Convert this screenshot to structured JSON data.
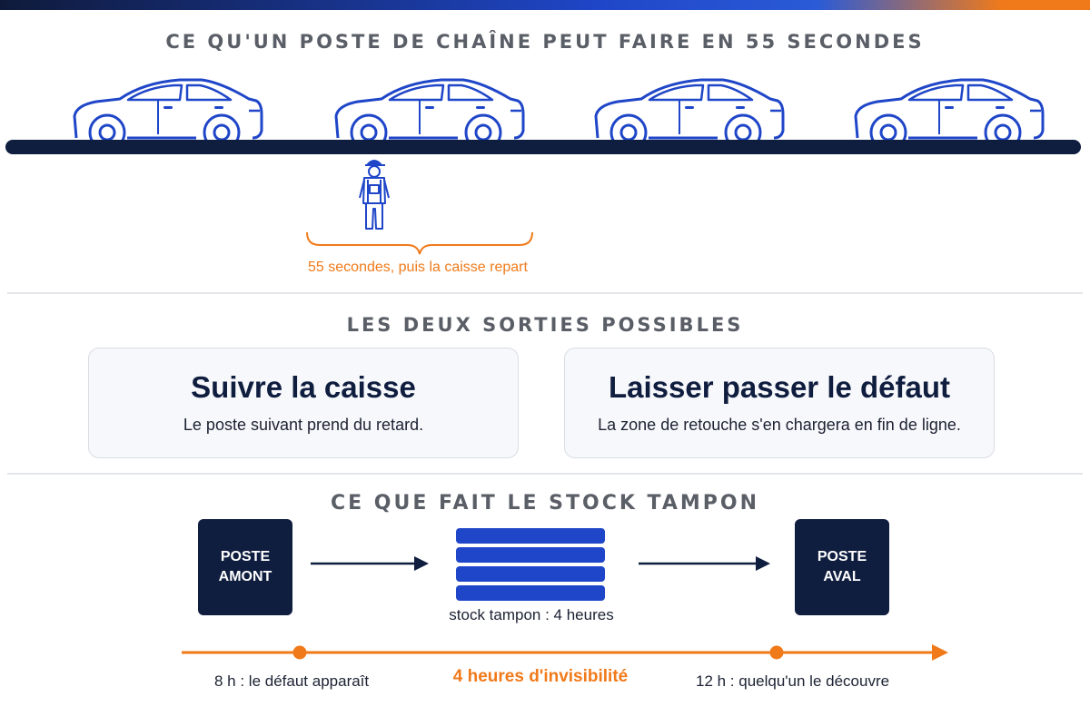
{
  "sections": {
    "top_title": "CE QU'UN POSTE DE CHAÎNE PEUT FAIRE EN 55 SECONDES",
    "middle_title": "LES DEUX SORTIES POSSIBLES",
    "bottom_title": "CE QUE FAIT LE STOCK TAMPON"
  },
  "assembly_line": {
    "car_count": 4,
    "brace_caption": "55 secondes, puis la caisse repart"
  },
  "options": [
    {
      "title": "Suivre la caisse",
      "subtitle": "Le poste suivant prend du retard."
    },
    {
      "title": "Laisser passer le défaut",
      "subtitle": "La zone de retouche s'en chargera en fin de ligne."
    }
  ],
  "buffer": {
    "upstream_line1": "POSTE",
    "upstream_line2": "AMONT",
    "downstream_line1": "POSTE",
    "downstream_line2": "AVAL",
    "stock_caption": "stock tampon : 4 heures"
  },
  "timeline": {
    "start_label": "8 h : le défaut apparaît",
    "gap_label": "4 heures d'invisibilité",
    "end_label": "12 h : quelqu'un le découvre"
  },
  "colors": {
    "navy": "#0f1d3f",
    "blue": "#1f46c8",
    "orange": "#f07a1a",
    "gray_title": "#5a5e66"
  }
}
